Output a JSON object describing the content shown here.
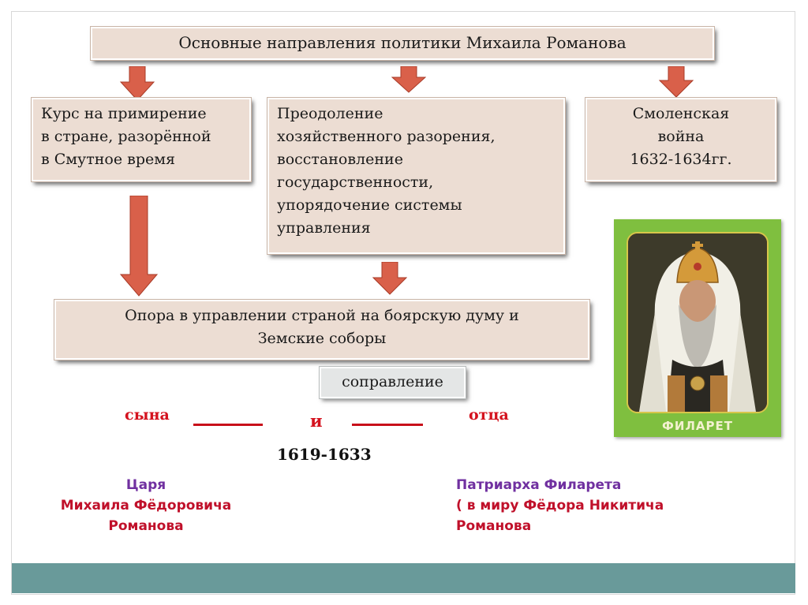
{
  "title": "Основные направления политики Михаила Романова",
  "boxes": {
    "course": [
      "Курс на примирение",
      "в стране, разорённой",
      "в Смутное время"
    ],
    "overcome": [
      "Преодоление",
      "хозяйственного разорения,",
      "восстановление",
      "государственности,",
      "упорядочение системы",
      "управления"
    ],
    "smolensk": [
      "Смоленская",
      "война",
      "1632-1634гг."
    ],
    "reliance": [
      "Опора в управлении страной на боярскую думу и",
      "Земские соборы"
    ]
  },
  "copartner_label": "соправление",
  "relation": {
    "son": "сына",
    "and": "и",
    "father": "отца"
  },
  "years": "1619-1633",
  "tsar": {
    "line1": "Царя",
    "line2": "Михаила Фёдоровича",
    "line3": "Романова"
  },
  "patriarch": {
    "line1": "Патриарха Филарета",
    "line2": "( в миру Фёдора Никитича",
    "line3": "Романова"
  },
  "portrait_caption": "ФИЛАРЕТ",
  "colors": {
    "box_fill": "#ecddd3",
    "arrow_fill": "#d9604a",
    "band": "#699a9a",
    "red": "#d4121e",
    "purple": "#7030a0"
  }
}
